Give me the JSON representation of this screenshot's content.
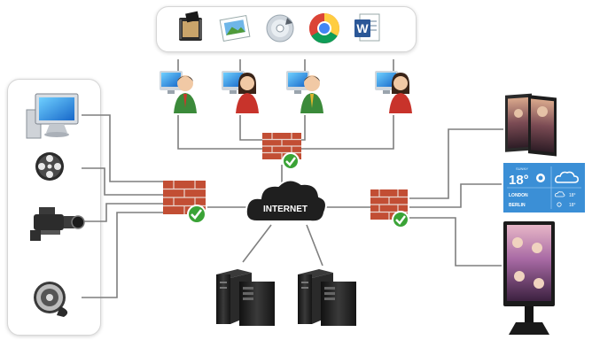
{
  "internet": {
    "label": "INTERNET"
  },
  "weather": {
    "title": "SUNNY",
    "temperature": "18°",
    "cities": [
      {
        "name": "LONDON",
        "temp": "18°"
      },
      {
        "name": "BERLIN",
        "temp": "18°"
      }
    ]
  },
  "colors": {
    "line": "#7f7f7f",
    "brick": "#c24e34",
    "check": "#3aa336",
    "weather_bg": "#3b8fd6",
    "server": "#222222"
  },
  "icons": {
    "apps": [
      "film-icon",
      "photo-icon",
      "media-disc-icon",
      "chrome-icon",
      "word-icon"
    ],
    "media": [
      "monitor-icon",
      "film-reel-icon",
      "video-camera-icon",
      "film-canister-icon"
    ],
    "users": [
      "user-male-icon",
      "user-female-icon",
      "user-male-icon",
      "user-female-icon"
    ]
  }
}
